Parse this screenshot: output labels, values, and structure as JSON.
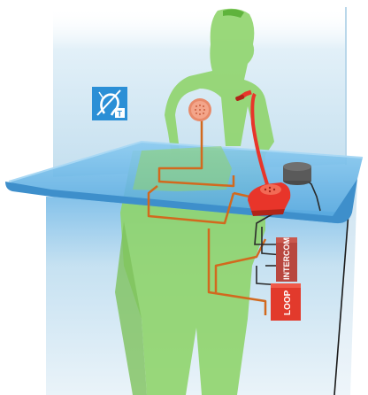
{
  "labels": {
    "intercom": "INTERCOM",
    "loop": "LOOP",
    "hearing_badge_letter": "T"
  },
  "icons": {
    "hearing_loop_sign": "hearing-loop-ear-icon",
    "microphone": "gooseneck-microphone-icon",
    "speaker": "speaker-grille-icon",
    "base_unit": "intercom-base-unit-icon",
    "pad": "counter-loop-pad-icon"
  },
  "colors": {
    "glass": "#cfe6f3",
    "counter_top": "#6fb7e6",
    "counter_edge": "#3e8fcb",
    "figure": "#8fd46b",
    "figure_shadow": "#7ec25c",
    "cable": "#d2691e",
    "device_red": "#e8352a",
    "intercom_box": "#b8473f",
    "loop_box": "#e23a2c",
    "sign_blue": "#2b8fd6"
  }
}
